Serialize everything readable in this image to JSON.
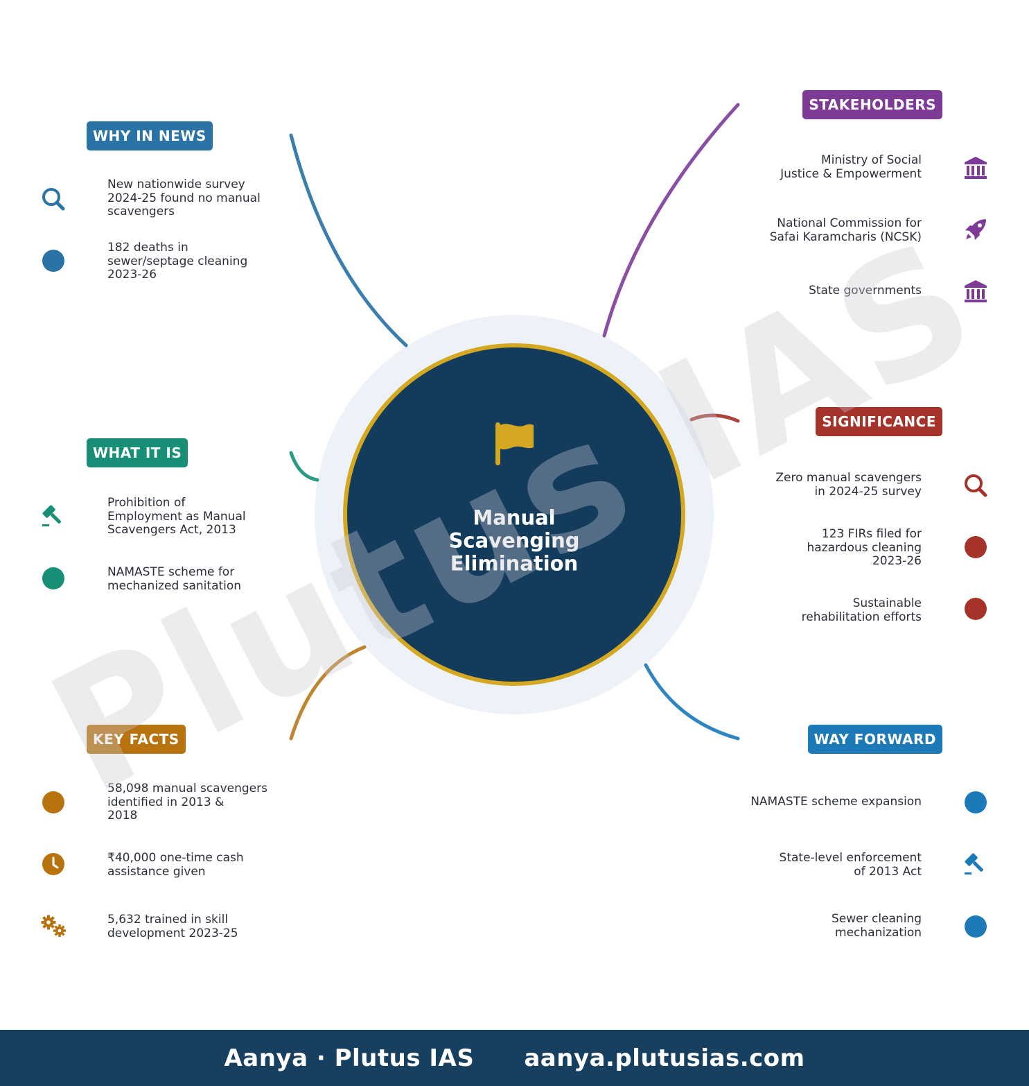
{
  "watermark": "Plutus IAS",
  "center": {
    "title": "Manual\nScavenging\nElimination",
    "icon": "flag-icon",
    "fill": "#133b5c",
    "ring": "#d4a820",
    "halo": "#edf2f8"
  },
  "branches": {
    "why_in_news": {
      "label": "WHY IN NEWS",
      "color": "#2a73a6",
      "items": [
        {
          "text": "New nationwide survey\n2024-25 found no manual\nscavengers",
          "icon": "search-icon"
        },
        {
          "text": "182 deaths in\nsewer/septage cleaning\n2023-26",
          "icon": "circle-icon"
        }
      ]
    },
    "what_it_is": {
      "label": "WHAT IT IS",
      "color": "#178e76",
      "items": [
        {
          "text": "Prohibition of\nEmployment as Manual\nScavengers Act, 2013",
          "icon": "gavel-icon"
        },
        {
          "text": "NAMASTE scheme for\nmechanized sanitation",
          "icon": "circle-icon"
        }
      ]
    },
    "key_facts": {
      "label": "KEY FACTS",
      "color": "#b8730e",
      "items": [
        {
          "text": "58,098 manual scavengers\nidentified in 2013 &\n2018",
          "icon": "circle-icon"
        },
        {
          "text": "₹40,000 one-time cash\nassistance given",
          "icon": "clock-icon"
        },
        {
          "text": "5,632 trained in skill\ndevelopment 2023-25",
          "icon": "gears-icon"
        }
      ]
    },
    "stakeholders": {
      "label": "STAKEHOLDERS",
      "color": "#7d3b96",
      "items": [
        {
          "text": "Ministry of Social\nJustice & Empowerment",
          "icon": "institution-icon"
        },
        {
          "text": "National Commission for\nSafai Karamcharis (NCSK)",
          "icon": "rocket-icon"
        },
        {
          "text": "State governments",
          "icon": "institution-icon"
        }
      ]
    },
    "significance": {
      "label": "SIGNIFICANCE",
      "color": "#a5332a",
      "items": [
        {
          "text": "Zero manual scavengers\nin 2024-25 survey",
          "icon": "search-icon"
        },
        {
          "text": "123 FIRs filed for\nhazardous cleaning\n2023-26",
          "icon": "circle-icon"
        },
        {
          "text": "Sustainable\nrehabilitation efforts",
          "icon": "circle-icon"
        }
      ]
    },
    "way_forward": {
      "label": "WAY FORWARD",
      "color": "#1c7ab8",
      "items": [
        {
          "text": "NAMASTE scheme expansion",
          "icon": "circle-icon"
        },
        {
          "text": "State-level enforcement\nof 2013 Act",
          "icon": "gavel-icon"
        },
        {
          "text": "Sewer cleaning\nmechanization",
          "icon": "circle-icon"
        }
      ]
    }
  },
  "footer": {
    "left": "Aanya · Plutus IAS",
    "right": "aanya.plutusias.com",
    "background": "#173f5f"
  }
}
